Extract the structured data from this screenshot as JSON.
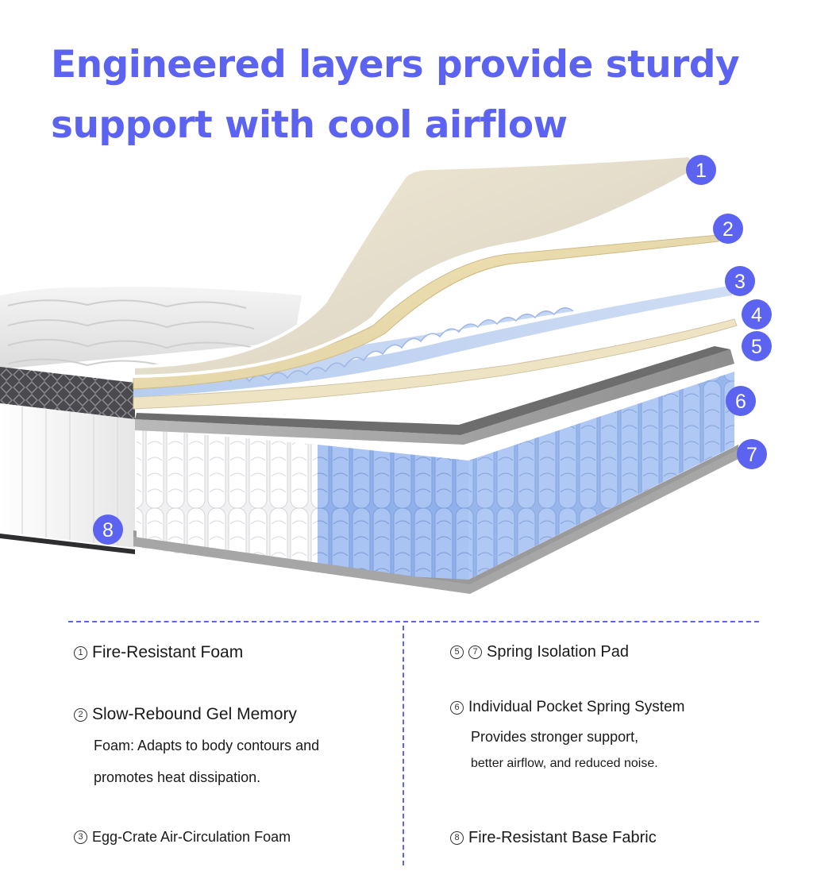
{
  "headline": {
    "line1": "Engineered layers provide sturdy",
    "line2": "support with cool airflow"
  },
  "accent_color": "#5b63f0",
  "callouts": [
    "1",
    "2",
    "3",
    "4",
    "5",
    "6",
    "7",
    "8"
  ],
  "legend": {
    "left": [
      {
        "markers": [
          "1"
        ],
        "title": "Fire-Resistant Foam"
      },
      {
        "markers": [
          "2"
        ],
        "title": "Slow-Rebound Gel Memory",
        "desc1": "Foam: Adapts to body contours and",
        "desc2": "promotes heat dissipation."
      },
      {
        "markers": [
          "3"
        ],
        "title": "Egg-Crate Air-Circulation Foam"
      }
    ],
    "right": [
      {
        "markers": [
          "5",
          "7"
        ],
        "title": "Spring Isolation Pad"
      },
      {
        "markers": [
          "6"
        ],
        "title": "Individual Pocket Spring System",
        "desc1": "Provides stronger support,",
        "desc2": "better airflow, and reduced noise."
      },
      {
        "markers": [
          "8"
        ],
        "title": "Fire-Resistant Base Fabric"
      }
    ]
  }
}
